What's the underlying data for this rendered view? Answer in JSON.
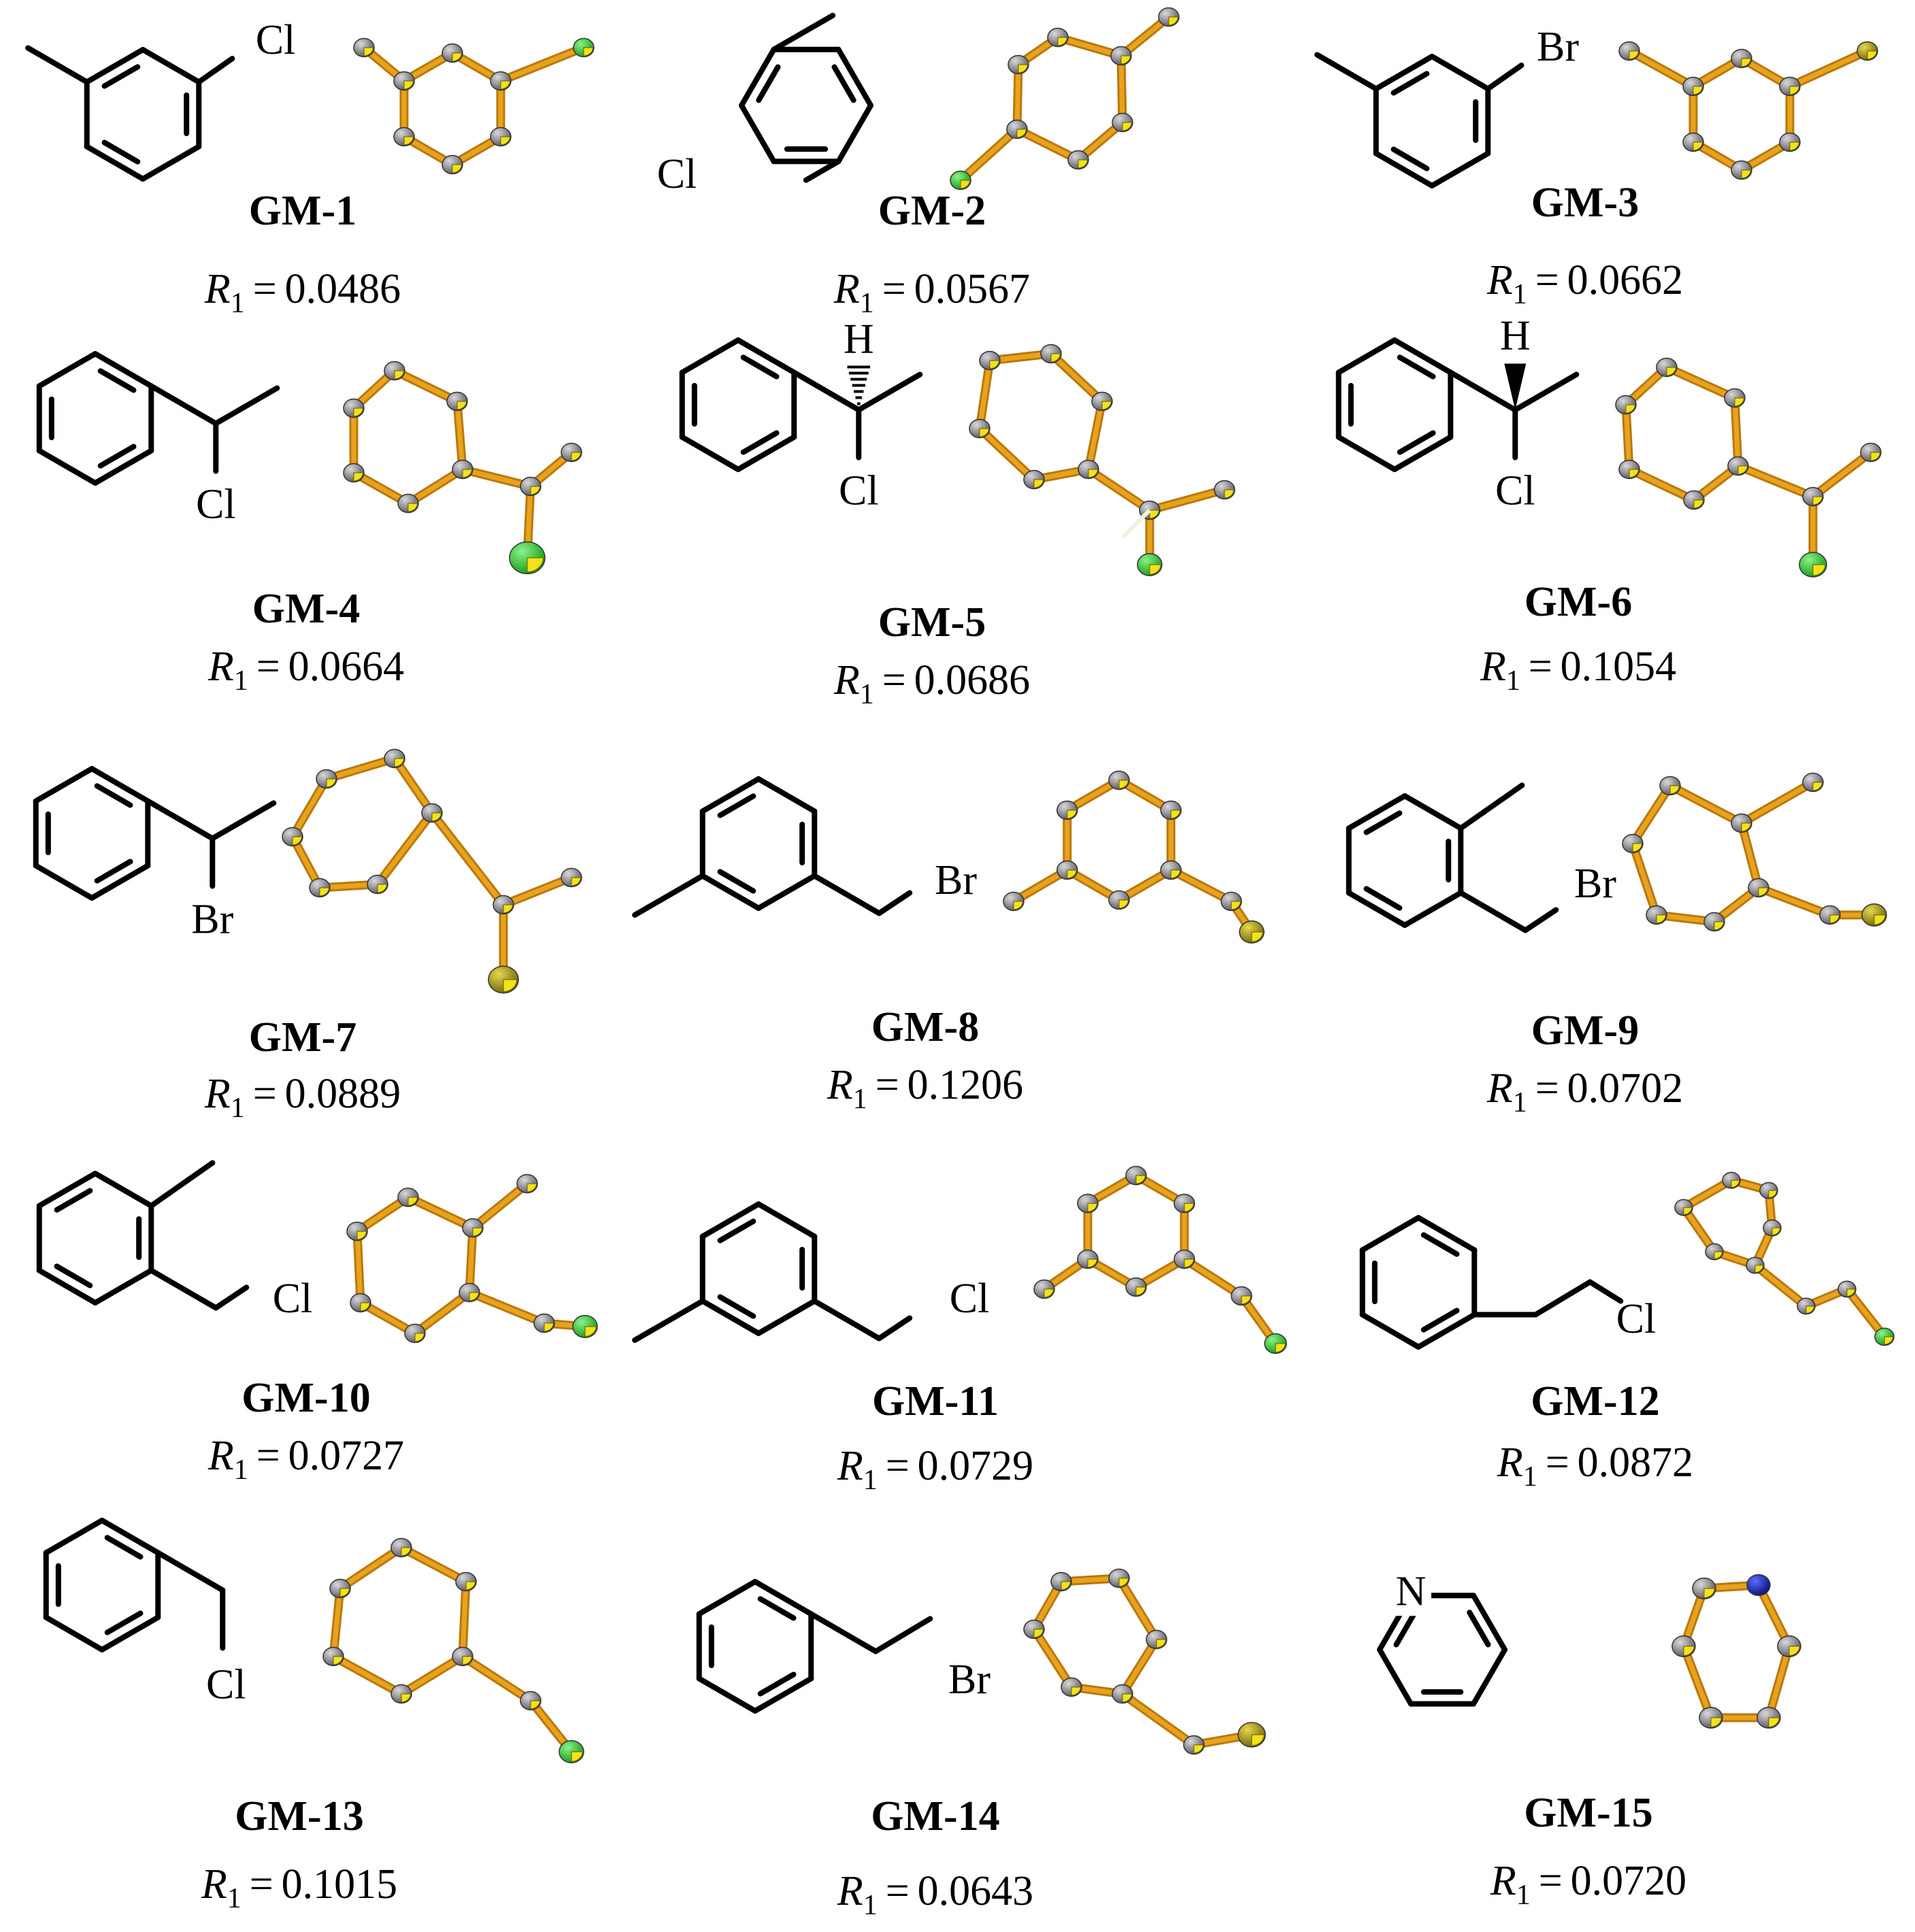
{
  "colors": {
    "bond": "#000000",
    "ortep_bond": "#e8a21c",
    "ortep_bond_dark": "#b8780e",
    "carbon_light": "#b9b9bd",
    "carbon_dark": "#5c5c64",
    "octant": "#f2e21a",
    "chlorine": "#2fd12f",
    "bromine": "#b3a11a",
    "nitrogen": "#1020d0",
    "hydrogen": "#f4f0e0"
  },
  "r_symbol": "R",
  "r_subscript": "1",
  "equals": "=",
  "compounds": [
    {
      "id": "GM-1",
      "r1": "0.0486",
      "labels": [
        "Cl"
      ]
    },
    {
      "id": "GM-2",
      "r1": "0.0567",
      "labels": [
        "Cl"
      ]
    },
    {
      "id": "GM-3",
      "r1": "0.0662",
      "labels": [
        "Br"
      ]
    },
    {
      "id": "GM-4",
      "r1": "0.0664",
      "labels": [
        "Cl"
      ]
    },
    {
      "id": "GM-5",
      "r1": "0.0686",
      "labels": [
        "H",
        "Cl"
      ]
    },
    {
      "id": "GM-6",
      "r1": "0.1054",
      "labels": [
        "H",
        "Cl"
      ]
    },
    {
      "id": "GM-7",
      "r1": "0.0889",
      "labels": [
        "Br"
      ]
    },
    {
      "id": "GM-8",
      "r1": "0.1206",
      "labels": [
        "Br"
      ]
    },
    {
      "id": "GM-9",
      "r1": "0.0702",
      "labels": [
        "Br"
      ]
    },
    {
      "id": "GM-10",
      "r1": "0.0727",
      "labels": [
        "Cl"
      ]
    },
    {
      "id": "GM-11",
      "r1": "0.0729",
      "labels": [
        "Cl"
      ]
    },
    {
      "id": "GM-12",
      "r1": "0.0872",
      "labels": [
        "Cl"
      ]
    },
    {
      "id": "GM-13",
      "r1": "0.1015",
      "labels": [
        "Cl"
      ]
    },
    {
      "id": "GM-14",
      "r1": "0.0643",
      "labels": [
        "Br"
      ]
    },
    {
      "id": "GM-15",
      "r1": "0.0720",
      "labels": [
        "N"
      ]
    }
  ]
}
